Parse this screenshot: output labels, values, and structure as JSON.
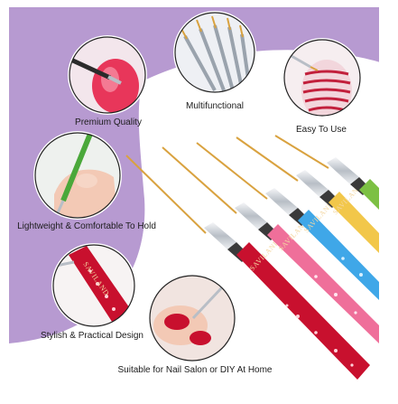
{
  "brand_text": "SAVILAND",
  "features": [
    {
      "id": "premium-quality",
      "caption": "Premium Quality",
      "icon": "brush-painting-red-nail-icon"
    },
    {
      "id": "multifunctional",
      "caption": "Multifunctional",
      "icon": "brush-tips-fan-icon"
    },
    {
      "id": "easy-to-use",
      "caption": "Easy To Use",
      "icon": "striped-nail-art-icon"
    },
    {
      "id": "lightweight",
      "caption": "Lightweight & Comfortable To Hold",
      "icon": "hand-holding-brush-icon"
    },
    {
      "id": "stylish",
      "caption": "Stylish & Practical Design",
      "icon": "red-glitter-handle-icon"
    },
    {
      "id": "salon",
      "caption": "Suitable for Nail Salon or DIY At Home",
      "icon": "red-nail-art-photo-icon"
    }
  ],
  "colors": {
    "background_purple": "#b79ad1",
    "brush_handles": [
      "#c8102e",
      "#ef6f9a",
      "#3fa7e8",
      "#f2c74a",
      "#7cc043"
    ],
    "bristle": "#d9a23f",
    "ferrule": "#cfd3d8"
  }
}
